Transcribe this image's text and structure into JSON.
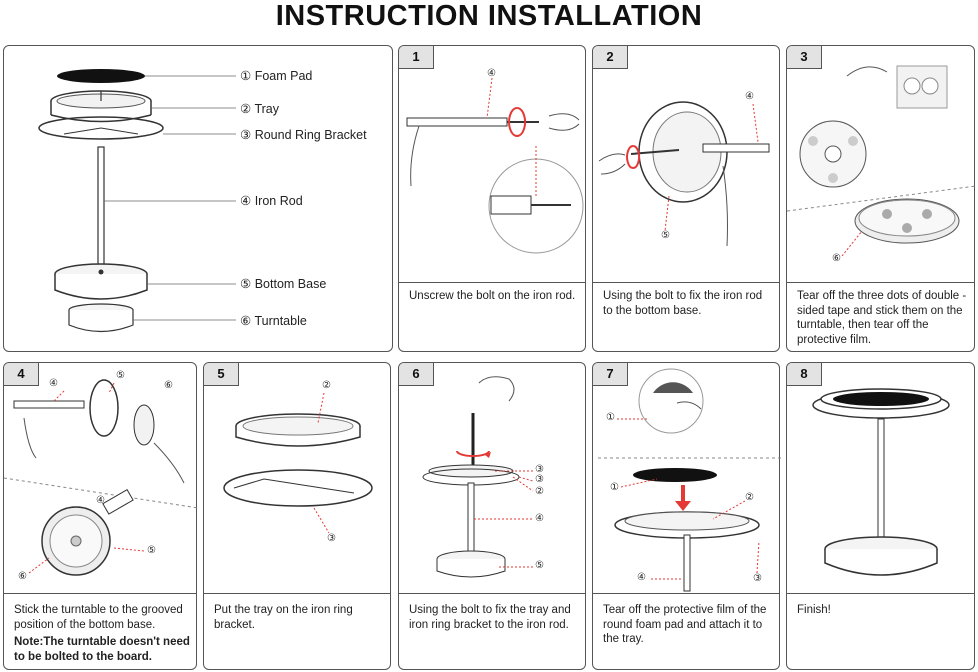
{
  "title": "INSTRUCTION INSTALLATION",
  "parts": [
    {
      "num": "①",
      "label": "Foam Pad"
    },
    {
      "num": "②",
      "label": "Tray"
    },
    {
      "num": "③",
      "label": "Round Ring Bracket"
    },
    {
      "num": "④",
      "label": "Iron Rod"
    },
    {
      "num": "⑤",
      "label": "Bottom Base"
    },
    {
      "num": "⑥",
      "label": "Turntable"
    }
  ],
  "markers": {
    "m1": "①",
    "m2": "②",
    "m3": "③",
    "m4": "④",
    "m5": "⑤",
    "m6": "⑥"
  },
  "steps": [
    {
      "num": "1",
      "caption": "Unscrew the bolt on the iron rod."
    },
    {
      "num": "2",
      "caption": "Using the bolt to fix the iron rod to the bottom base."
    },
    {
      "num": "3",
      "caption": "Tear off the three dots of double -sided tape and stick them on the turntable, then tear off the protective film."
    },
    {
      "num": "4",
      "caption": "Stick the turntable to the grooved position of the bottom base.",
      "note": "Note:The turntable doesn't need to be bolted to the board."
    },
    {
      "num": "5",
      "caption": "Put the tray on the iron ring bracket."
    },
    {
      "num": "6",
      "caption": "Using the bolt to fix the tray and iron ring bracket to the iron rod."
    },
    {
      "num": "7",
      "caption": "Tear off the protective film of the round foam pad and attach it to the tray."
    },
    {
      "num": "8",
      "caption": "Finish!"
    }
  ],
  "colors": {
    "accent": "#e53935",
    "line": "#555555"
  }
}
